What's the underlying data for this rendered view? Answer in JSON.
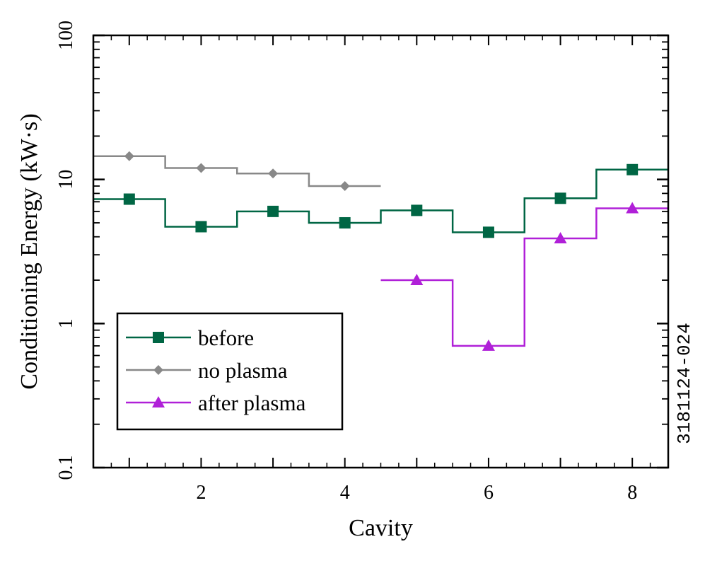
{
  "chart_data": {
    "type": "line",
    "step": true,
    "x_label": "Cavity",
    "y_label": "Conditioning Energy (kW·s)",
    "xlim": [
      0.5,
      8.5
    ],
    "ylim": [
      0.1,
      100
    ],
    "y_scale": "log",
    "x_ticks": [
      2,
      4,
      6,
      8
    ],
    "y_ticks": [
      0.1,
      1,
      10,
      100
    ],
    "y_tick_labels": [
      "0.1",
      "1",
      "10",
      "100"
    ],
    "legend_position": "bottom-left",
    "figure_id": "3181124-024",
    "series": [
      {
        "name": "before",
        "color": "#006644",
        "marker": "square",
        "x": [
          1,
          2,
          3,
          4,
          5,
          6,
          7,
          8
        ],
        "values": [
          7.3,
          4.7,
          6.0,
          5.0,
          6.1,
          4.3,
          7.4,
          11.7
        ]
      },
      {
        "name": "no plasma",
        "color": "#888888",
        "marker": "diamond",
        "x": [
          1,
          2,
          3,
          4
        ],
        "values": [
          14.5,
          12.0,
          11.0,
          9.0
        ]
      },
      {
        "name": "after plasma",
        "color": "#b020d8",
        "marker": "triangle",
        "x": [
          5,
          6,
          7,
          8
        ],
        "values": [
          2.0,
          0.7,
          3.9,
          6.3
        ]
      }
    ]
  }
}
